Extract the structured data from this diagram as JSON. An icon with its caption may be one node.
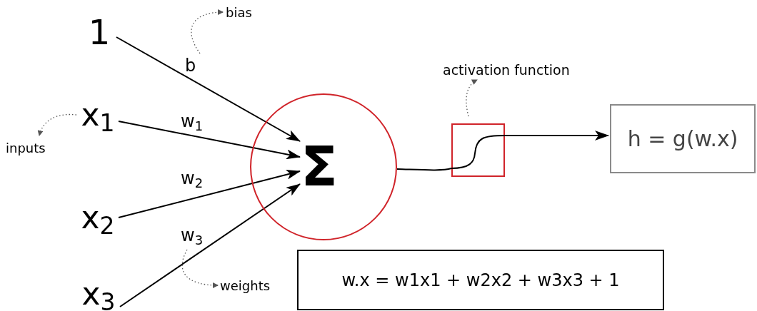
{
  "diagram": {
    "nodes": [
      {
        "text": [
          "1"
        ]
      },
      {
        "text": [
          "x$_{1}$"
        ]
      },
      {
        "text": [
          "x$_{2}$"
        ]
      },
      {
        "text": [
          "x$_{3}$"
        ]
      },
      {
        "text": [
          "Σ"
        ]
      },
      {
        "text": [],
        "shape": "box"
      },
      {
        "text": [
          "h = g(w.x)"
        ]
      },
      {
        "text": [
          "w.x = w1x1 + w2x2 + w3x3 + 1"
        ]
      },
      {
        "text": [
          "bias"
        ]
      },
      {
        "text": [
          "inputs"
        ]
      },
      {
        "text": [
          "weights"
        ]
      },
      {
        "text": [
          "activation function"
        ]
      }
    ],
    "edges": [
      {
        "from": 0,
        "to": 4,
        "arrow": "to",
        "label": "b"
      },
      {
        "from": 1,
        "to": 4,
        "arrow": "to",
        "label": "w$_{1}$"
      },
      {
        "from": 2,
        "to": 4,
        "arrow": "to",
        "label": "w$_{2}$"
      },
      {
        "from": 3,
        "to": 4,
        "arrow": "to",
        "label": "w$_{3}$"
      },
      {
        "from": 4,
        "to": 5,
        "arrow": "none"
      },
      {
        "from": 5,
        "to": 6,
        "arrow": "to"
      },
      {
        "from": null,
        "to": 8,
        "arrow": "to",
        "style": "dashed",
        "color": "#555555"
      },
      {
        "from": 1,
        "to": 9,
        "arrow": "to",
        "style": "dashed",
        "color": "#555555"
      },
      {
        "from": null,
        "to": 10,
        "arrow": "to",
        "style": "dashed",
        "color": "#555555"
      },
      {
        "from": 5,
        "to": 11,
        "arrow": "to",
        "style": "dashed",
        "color": "#555555"
      }
    ]
  }
}
